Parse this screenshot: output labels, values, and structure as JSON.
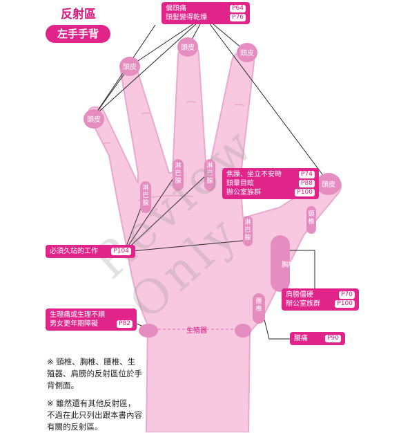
{
  "title": "反射區",
  "subtitle": "左手手背",
  "zones": {
    "scalp": "頭皮",
    "lymph": "淋巴腺",
    "thoracic": "胸椎",
    "cervical": "頸椎",
    "lumbar": "腰椎",
    "reproductive": "生殖器"
  },
  "callouts": {
    "scalp_box": [
      {
        "text": "偏頭痛",
        "page": "P64"
      },
      {
        "text": "頭髮變得乾燥",
        "page": "P76"
      }
    ],
    "lymph_box": [
      {
        "text": "焦躁、坐立不安時",
        "page": "P74"
      },
      {
        "text": "頭暈目眩",
        "page": "P88"
      },
      {
        "text": "辦公室族群",
        "page": "P100"
      }
    ],
    "standing_box": [
      {
        "text": "必須久站的工作",
        "page": "P104"
      }
    ],
    "thoracic_box": [
      {
        "text": "肩膀僵硬",
        "page": "P70"
      },
      {
        "text": "辦公室族群",
        "page": "P100"
      }
    ],
    "reproductive_box": [
      {
        "text": "生理痛或生理不順",
        "page": ""
      },
      {
        "text": "男女更年期障礙",
        "page": "P82"
      }
    ],
    "lumbar_box": [
      {
        "text": "腰痛",
        "page": "P90"
      }
    ]
  },
  "notes": [
    [
      "※ 頸椎、胸椎、腰椎、生",
      "殖器、肩膀的反射區位於手",
      "背側面。"
    ],
    [
      "※ 雖然還有其他反射區，",
      "不過在此只列出跟本書內容",
      "有關的反射區。"
    ]
  ],
  "watermark": "Review Only",
  "colors": {
    "accent": "#e0248a",
    "hand": "#f7c8e0",
    "zone": "#e58cc0",
    "line": "#222222"
  }
}
